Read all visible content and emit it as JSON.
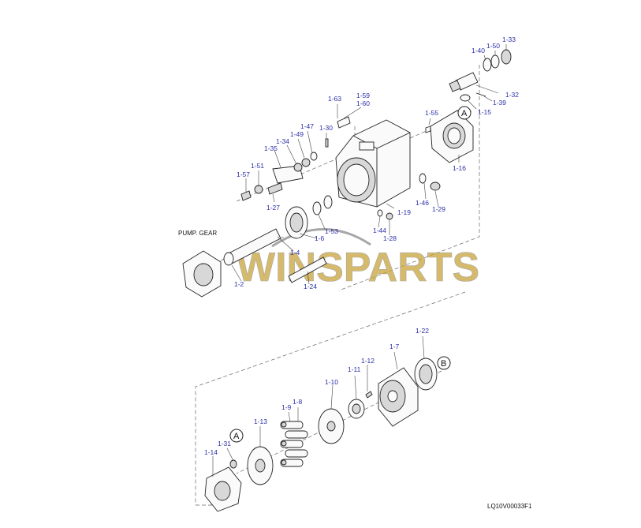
{
  "labels": {
    "p1_33": "1-33",
    "p1_50": "1-50",
    "p1_40": "1-40",
    "p1_32": "1-32",
    "p1_39": "1-39",
    "p1_15": "1-15",
    "p1_55": "1-55",
    "p1_16": "1-16",
    "p1_63": "1-63",
    "p1_59": "1-59",
    "p1_60": "1-60",
    "p1_30": "1-30",
    "p1_47": "1-47",
    "p1_49": "1-49",
    "p1_34": "1-34",
    "p1_35": "1-35",
    "p1_51": "1-51",
    "p1_57": "1-57",
    "p1_27": "1-27",
    "p1_53": "1-53",
    "p1_6": "1-6",
    "p1_4": "1-4",
    "p1_2": "1-2",
    "p1_24": "1-24",
    "p1_19": "1-19",
    "p1_46": "1-46",
    "p1_29": "1-29",
    "p1_44": "1-44",
    "p1_28": "1-28",
    "p1_22": "1-22",
    "p1_7": "1-7",
    "p1_12": "1-12",
    "p1_11": "1-11",
    "p1_10": "1-10",
    "p1_9": "1-9",
    "p1_8": "1-8",
    "p1_13": "1-13",
    "p1_31": "1-31",
    "p1_14": "1-14"
  },
  "pump_gear_label": "PUMP. GEAR",
  "ref_a": "A",
  "ref_b": "B",
  "drawing_code": "LQ10V00033F1",
  "watermark": {
    "text": "WINSPARTS",
    "color": "#c9a43a",
    "secondary_color": "#8a8a8a"
  },
  "label_color": "#2b2fa8"
}
